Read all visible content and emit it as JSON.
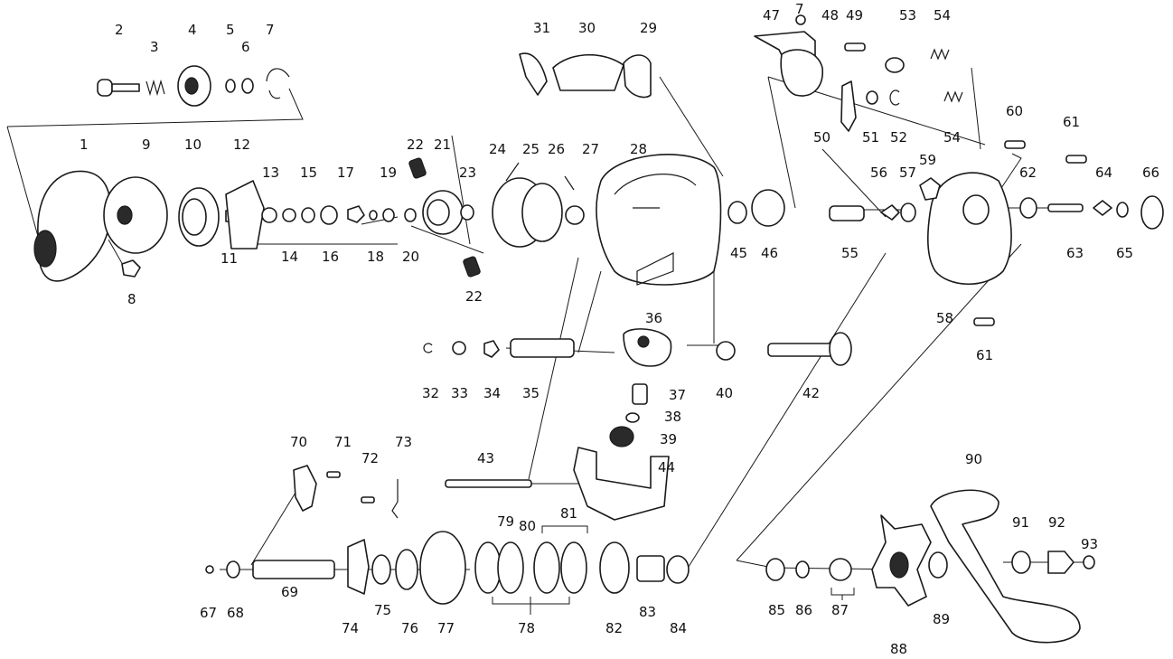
{
  "part_numbers": [
    "1",
    "2",
    "3",
    "4",
    "5",
    "6",
    "7",
    "8",
    "9",
    "10",
    "11",
    "12",
    "13",
    "14",
    "15",
    "16",
    "17",
    "18",
    "19",
    "20",
    "21",
    "22",
    "23",
    "24",
    "25",
    "26",
    "27",
    "28",
    "29",
    "30",
    "31",
    "32",
    "33",
    "34",
    "35",
    "36",
    "37",
    "38",
    "39",
    "40",
    "42",
    "43",
    "44",
    "45",
    "46",
    "47",
    "48",
    "49",
    "50",
    "51",
    "52",
    "53",
    "54",
    "55",
    "56",
    "57",
    "58",
    "59",
    "60",
    "61",
    "62",
    "63",
    "64",
    "65",
    "66",
    "67",
    "68",
    "69",
    "70",
    "71",
    "72",
    "73",
    "74",
    "75",
    "76",
    "77",
    "78",
    "79",
    "80",
    "81",
    "82",
    "83",
    "84",
    "85",
    "86",
    "87",
    "88",
    "89",
    "90",
    "91",
    "92",
    "93"
  ]
}
